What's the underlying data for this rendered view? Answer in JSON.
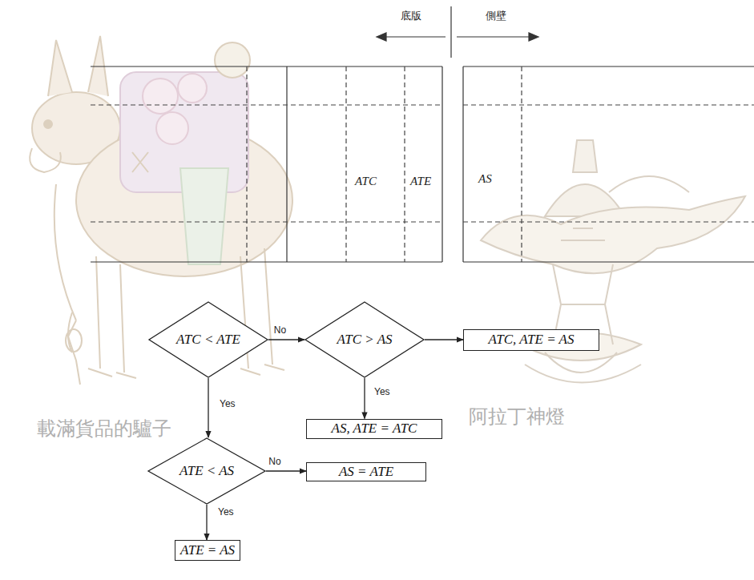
{
  "diagram": {
    "nodes": [
      {
        "text": [
          "ATC < ATE"
        ]
      },
      {
        "text": [
          "ATC > AS"
        ]
      },
      {
        "text": [
          "ATC, ATE = AS"
        ]
      },
      {
        "text": [
          "AS, ATE = ATC"
        ]
      },
      {
        "text": [
          "ATE < AS"
        ]
      },
      {
        "text": [
          "AS = ATE"
        ]
      },
      {
        "text": [
          "ATE = AS"
        ]
      }
    ],
    "edges": [
      {
        "from": 0,
        "to": 1,
        "label": "No",
        "arrow": "to"
      },
      {
        "from": 1,
        "to": 2,
        "arrow": "to"
      },
      {
        "from": 1,
        "to": 3,
        "label": "Yes",
        "arrow": "to"
      },
      {
        "from": 0,
        "to": 4,
        "label": "Yes",
        "arrow": "to"
      },
      {
        "from": 4,
        "to": 5,
        "label": "No",
        "arrow": "to"
      },
      {
        "from": 4,
        "to": 6,
        "label": "Yes",
        "arrow": "to"
      }
    ],
    "labels": [
      "底版",
      "側壁",
      "ATC",
      "ATE",
      "AS",
      "載滿貨品的驢子",
      "阿拉丁神燈"
    ]
  }
}
